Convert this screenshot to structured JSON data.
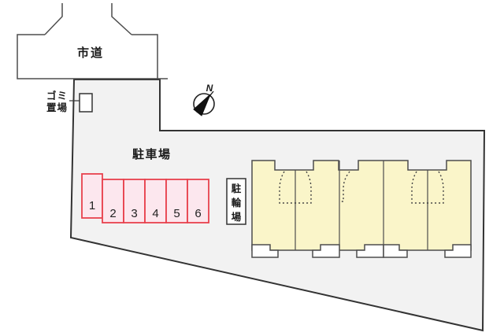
{
  "labels": {
    "road": "市道",
    "garbage_line1": "ゴミ",
    "garbage_line2": "置場",
    "parking_area": "駐車場",
    "bicycle_area": "駐輪場",
    "compass_north": "N"
  },
  "parking": {
    "spaces": [
      "1",
      "2",
      "3",
      "4",
      "5",
      "6"
    ]
  },
  "colors": {
    "site_fill": "#f2f2f2",
    "site_outline": "#333333",
    "building_fill": "#faf5c9",
    "building_stroke": "#4d4d4d",
    "parking_fill": "#fce7ee",
    "parking_stroke": "#e8414d",
    "text": "#1a1a1a"
  }
}
